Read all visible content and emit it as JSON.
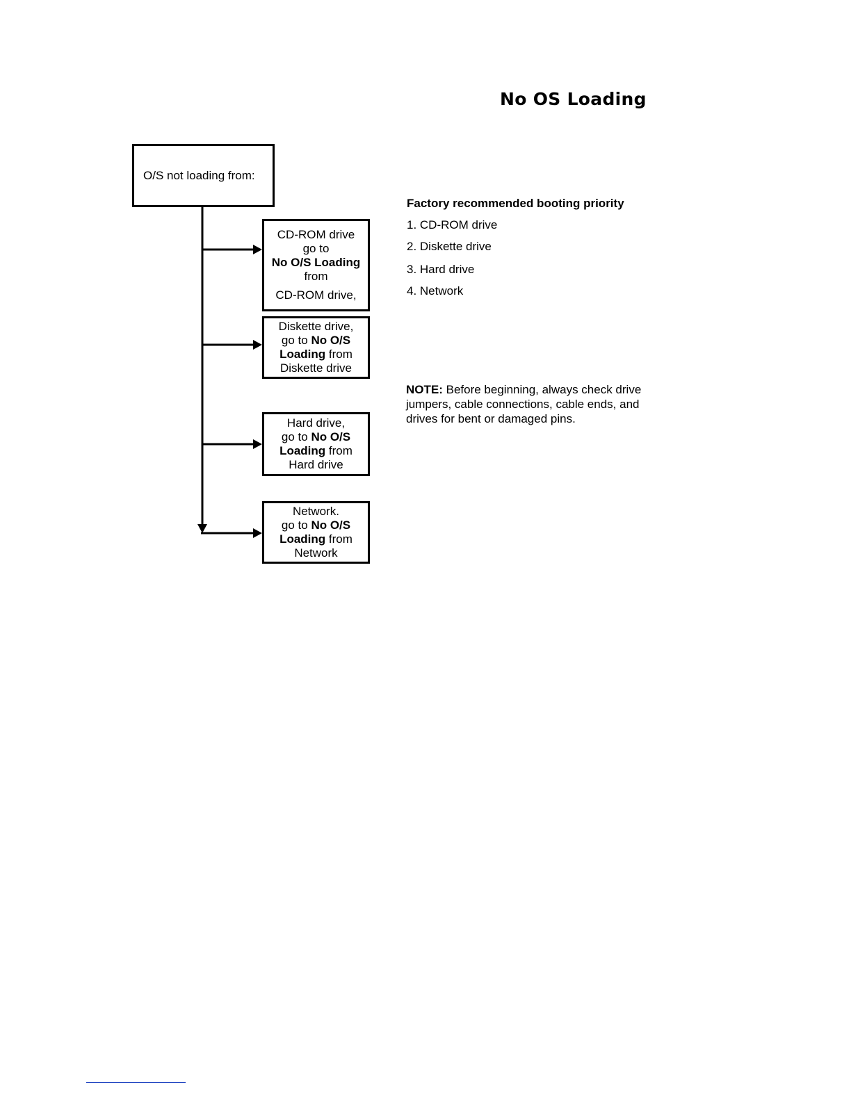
{
  "title": "No OS Loading",
  "flowchart": {
    "root": "O/S not loading from:",
    "cdrom": {
      "l1": "CD-ROM drive",
      "l2": "go to",
      "l3": "No O/S Loading",
      "l4": "from",
      "l5": "CD-ROM drive,"
    },
    "diskette": {
      "l1": "Diskette drive,",
      "l2a": "go to ",
      "l2b": "No O/S",
      "l3a": "Loading",
      "l3b": " from",
      "l4": "Diskette drive"
    },
    "hard": {
      "l1": "Hard drive,",
      "l2a": "go to ",
      "l2b": "No O/S",
      "l3a": "Loading",
      "l3b": " from",
      "l4": "Hard drive"
    },
    "network": {
      "l1": "Network.",
      "l2a": "go to ",
      "l2b": "No O/S",
      "l3a": "Loading",
      "l3b": " from",
      "l4": "Network"
    }
  },
  "priority": {
    "title": "Factory recommended booting priority",
    "items": [
      "1. CD-ROM drive",
      "2. Diskette drive",
      "3. Hard drive",
      "4. Network"
    ]
  },
  "note": {
    "label": "NOTE:",
    "text": " Before beginning, always check drive jumpers, cable connections, cable ends, and drives for bent or damaged pins."
  }
}
